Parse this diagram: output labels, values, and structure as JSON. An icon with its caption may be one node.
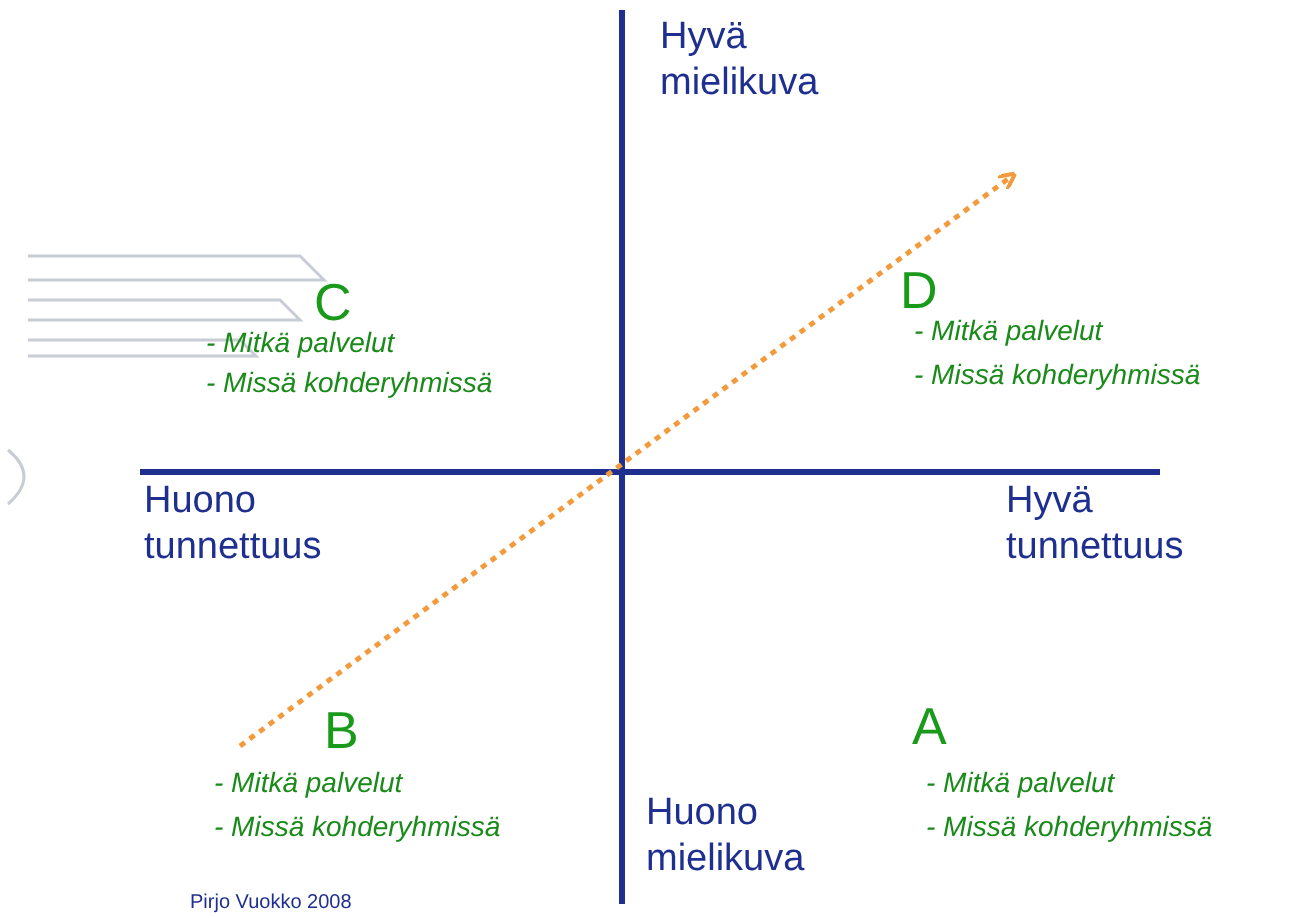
{
  "diagram": {
    "labels": [
      "Hyvä mielikuva",
      "C",
      "- Mitkä palvelut",
      "- Missä kohderyhmissä",
      "D",
      "- Mitkä palvelut",
      "- Missä kohderyhmissä",
      "Huono tunnettuus",
      "Hyvä tunnettuus",
      "B",
      "- Mitkä palvelut",
      "- Missä kohderyhmissä",
      "A",
      "- Mitkä palvelut",
      "- Missä kohderyhmissä",
      "Huono mielikuva",
      "Pirjo Vuokko 2008"
    ]
  }
}
